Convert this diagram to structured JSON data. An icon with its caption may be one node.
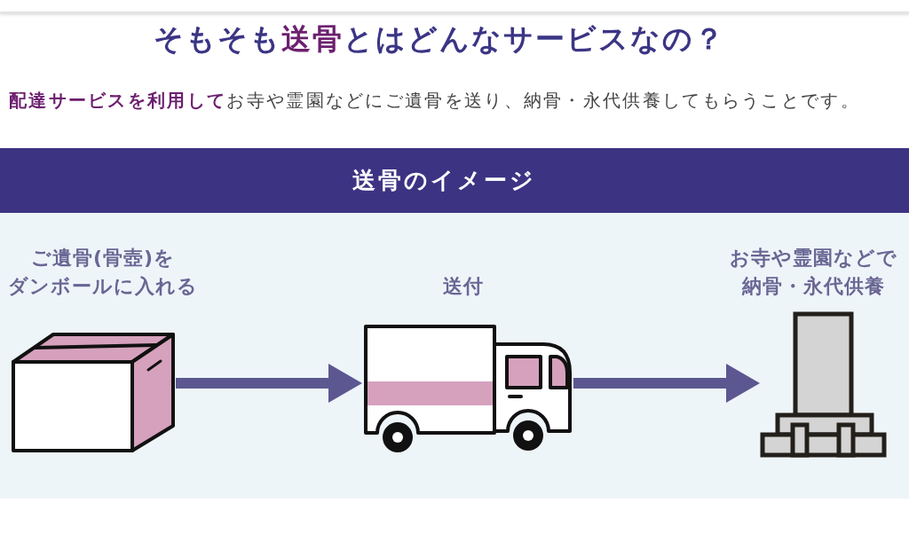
{
  "diagram": {
    "title": "そもそも**送骨**とはどんなサービスなの？",
    "nodes": [
      {
        "text": [
          "送骨のイメージ"
        ]
      },
      {
        "text": [
          "ご遺骨(骨壺)をダンボールに入れる"
        ],
        "in": 0
      },
      {
        "text": [
          "送付"
        ],
        "in": 0
      },
      {
        "text": [
          "お寺や霊園などで納骨・永代供養"
        ],
        "in": 0
      }
    ],
    "edges": [
      {
        "from": 1,
        "to": 2,
        "arrow": "to"
      },
      {
        "from": 2,
        "to": 3,
        "arrow": "to"
      }
    ],
    "labels": [
      "**配達サービスを利用して**お寺や霊園などにご遺骨を送り、納骨・永代供養してもらうことです。"
    ]
  }
}
